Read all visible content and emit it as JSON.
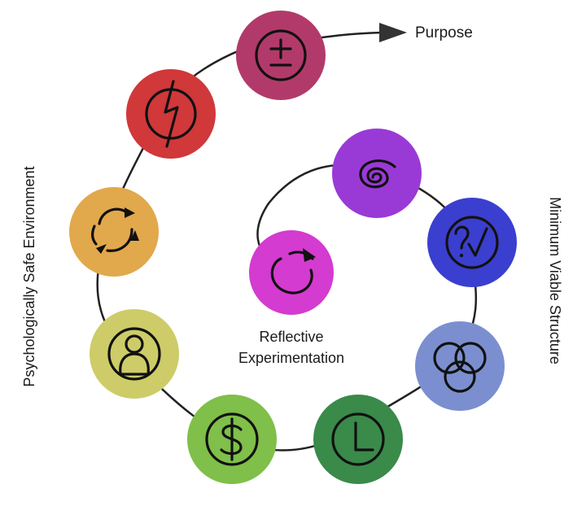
{
  "labels": {
    "purpose": "Purpose",
    "left": "Psychologically Safe Environment",
    "right": "Minimum Viable Structure",
    "center_line1": "Reflective",
    "center_line2": "Experimentation"
  },
  "nodes": [
    {
      "id": "plus-minus",
      "color": "#b23a6a",
      "icon": "plus-minus-icon"
    },
    {
      "id": "lightning",
      "color": "#d0383a",
      "icon": "lightning-bolt-icon"
    },
    {
      "id": "cycle",
      "color": "#e2a84c",
      "icon": "cycle-arrows-icon"
    },
    {
      "id": "person",
      "color": "#cdcc68",
      "icon": "person-icon"
    },
    {
      "id": "dollar",
      "color": "#7fbf4a",
      "icon": "dollar-icon"
    },
    {
      "id": "clock",
      "color": "#3a8a4a",
      "icon": "clock-icon"
    },
    {
      "id": "rings",
      "color": "#7b8fd0",
      "icon": "interlocking-rings-icon"
    },
    {
      "id": "question-check",
      "color": "#3b3fcf",
      "icon": "question-check-icon"
    },
    {
      "id": "spiral",
      "color": "#9a3ad6",
      "icon": "spiral-icon"
    },
    {
      "id": "refresh",
      "color": "#d43bd0",
      "icon": "refresh-arrow-icon"
    }
  ]
}
